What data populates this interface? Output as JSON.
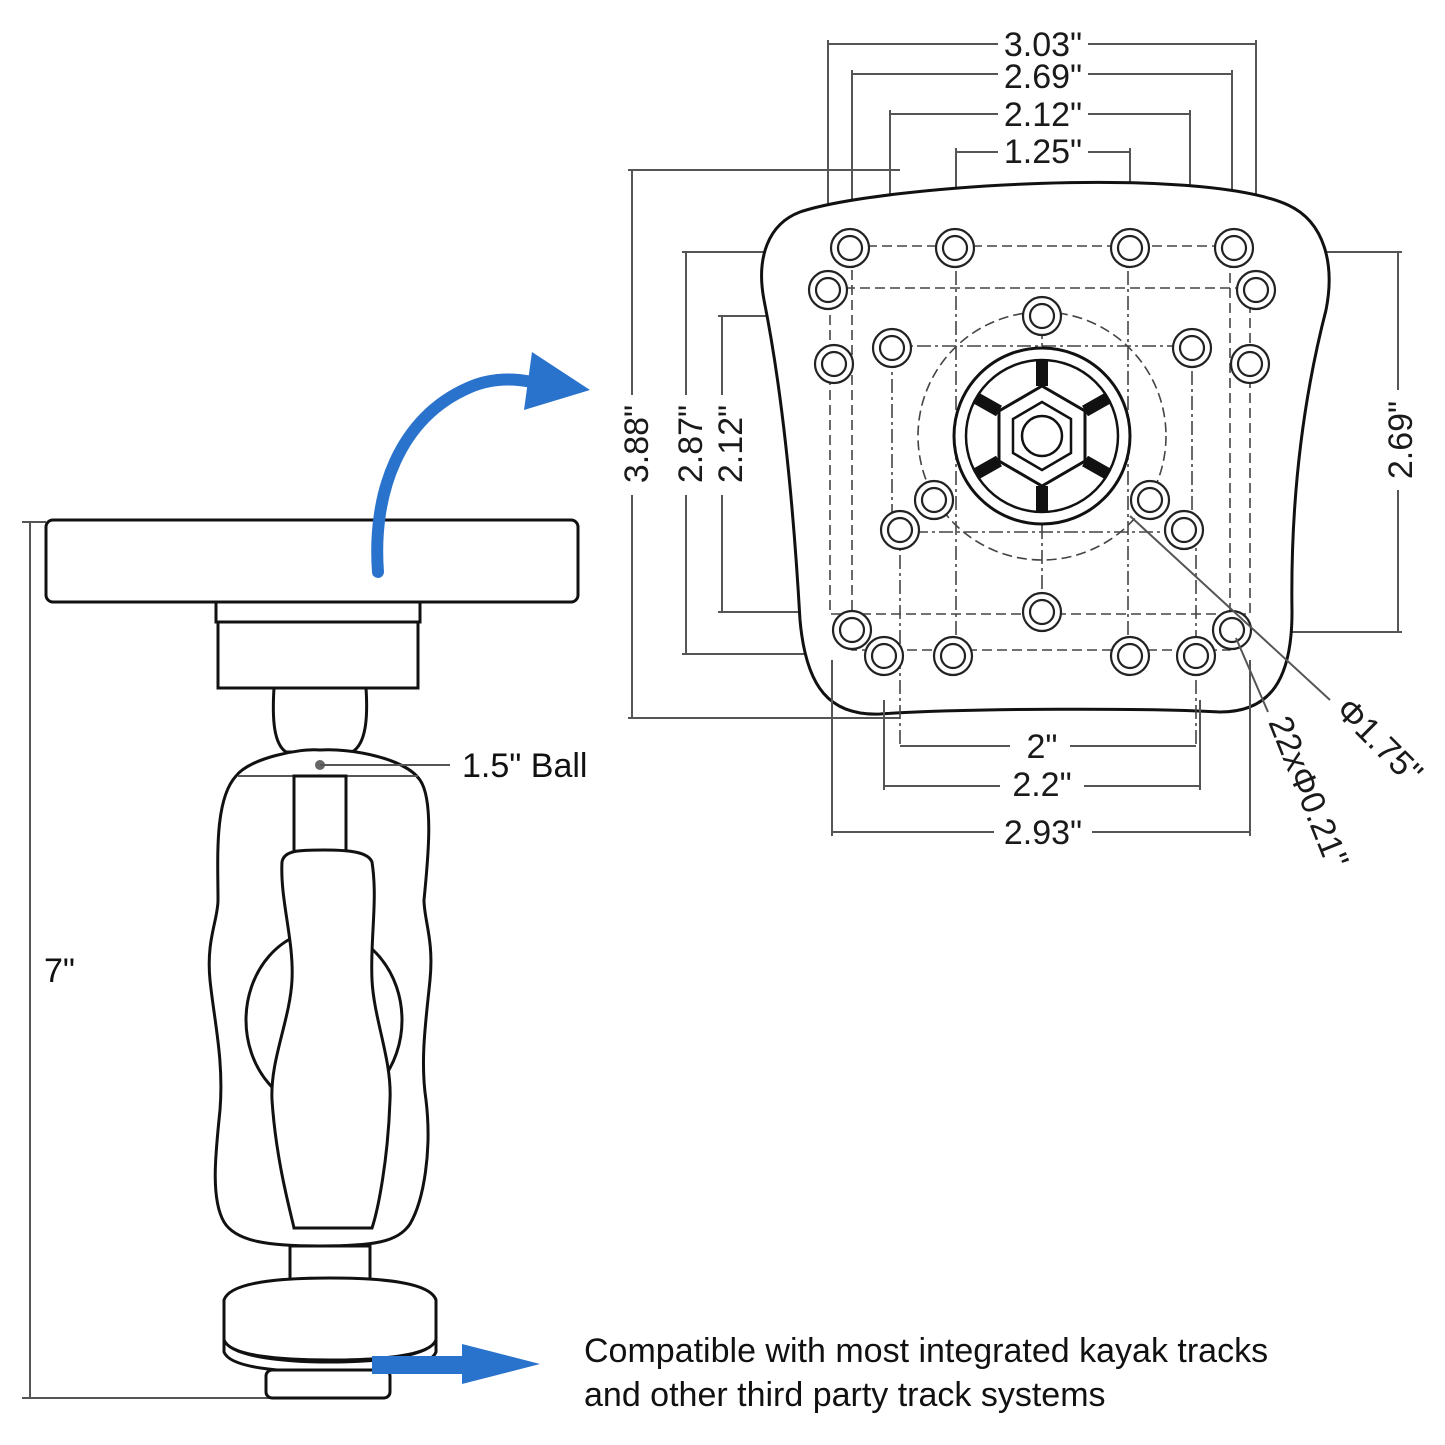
{
  "colors": {
    "arrow": "#2a73cc",
    "line": "#111111",
    "dim_line": "#555555",
    "background": "#ffffff"
  },
  "top_view": {
    "widths": {
      "w1": "3.03\"",
      "w2": "2.69\"",
      "w3": "2.12\"",
      "w4": "1.25\""
    },
    "heights": {
      "h1": "3.88\"",
      "h2": "2.87\"",
      "h3": "2.12\"",
      "h4": "2.69\""
    },
    "bottom_widths": {
      "b1": "2\"",
      "b2": "2.2\"",
      "b3": "2.93\""
    },
    "center_diameter": "Φ1.75\"",
    "holes": "22xΦ0.21\""
  },
  "side_view": {
    "height": "7\"",
    "ball_label": "1.5\" Ball"
  },
  "note": {
    "line1": "Compatible with most integrated kayak tracks",
    "line2": "and other third party track systems"
  },
  "icons": [
    "curved-arrow-icon",
    "right-arrow-icon"
  ]
}
